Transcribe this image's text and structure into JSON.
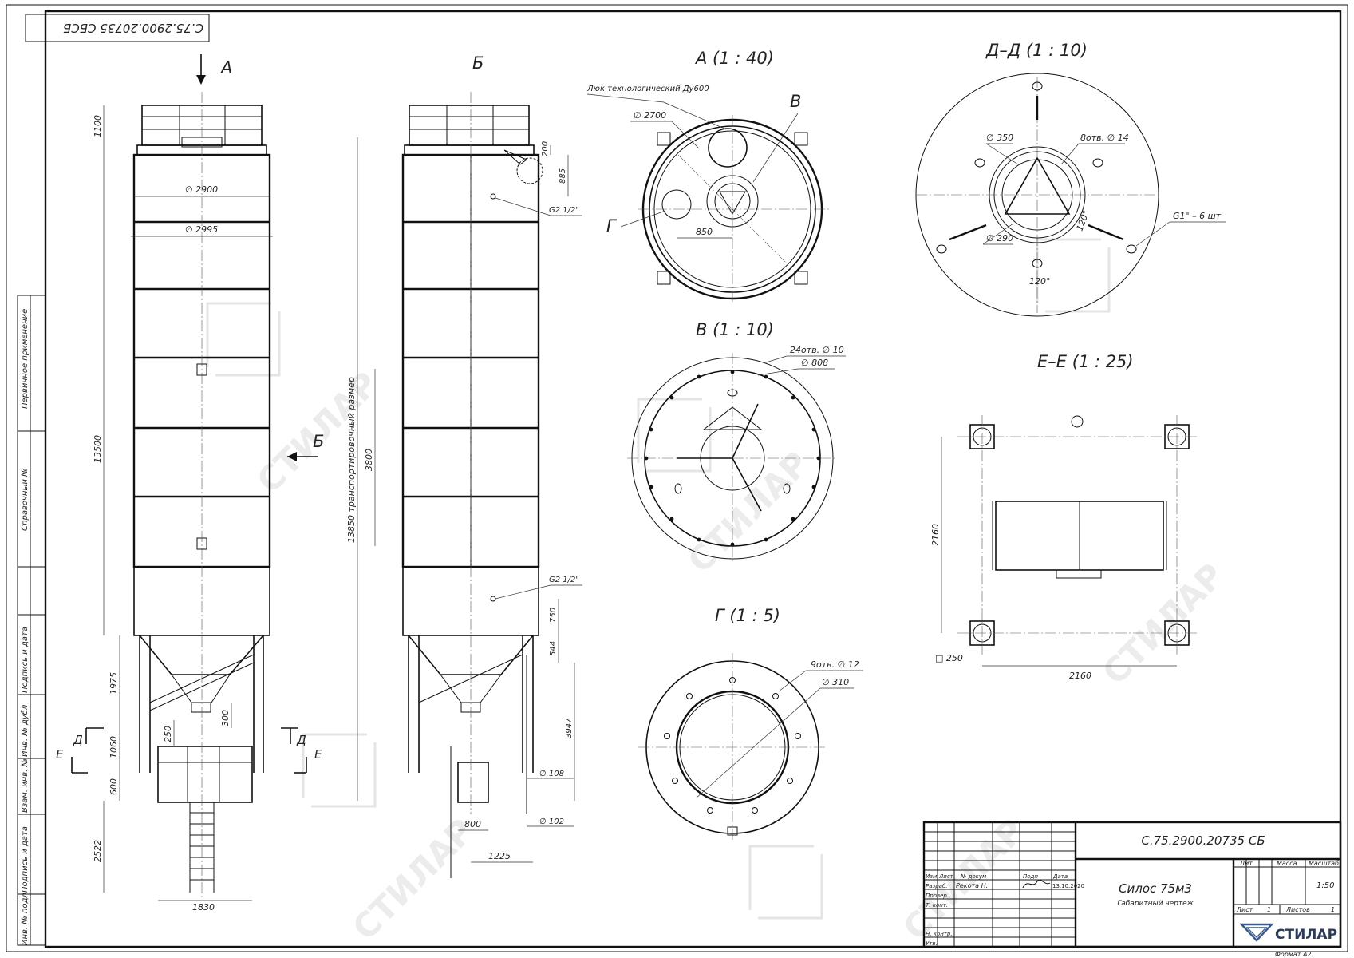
{
  "doc": {
    "code": "С.75.2900.20735 СБ",
    "code_rotated": "С.75.2900.20735 СБСБ",
    "format": "Формат А2"
  },
  "side_panel": [
    "Первичное применение",
    "Справочный №",
    "Подпись и дата",
    "Инв. № дубл",
    "Взам. инв. №",
    "Подпись и дата",
    "Инв. № подл"
  ],
  "views": {
    "a_arrow": "А",
    "b_arrow": "Б",
    "b_view_title": "Б",
    "d_left": "Д",
    "e_left": "Е",
    "d_right": "Д",
    "e_right": "Е"
  },
  "dims_front": {
    "top": "1100",
    "d2900": "∅ 2900",
    "d2995": "∅ 2995",
    "h13500": "13500",
    "h1975": "1975",
    "h1060": "1060",
    "h600": "600",
    "h2522": "2522",
    "h250": "250",
    "h300": "300",
    "w1830": "1830"
  },
  "dims_side": {
    "transport": "13850 транспортировочный размер",
    "h3800": "3800",
    "h200": "200",
    "h885": "885",
    "g_top": "G2 1/2\"",
    "g_bottom": "G2 1/2\"",
    "h750": "750",
    "h544": "544",
    "h3947": "3947",
    "d108": "∅ 108",
    "d102": "∅ 102",
    "w800": "800",
    "w1225": "1225"
  },
  "view_a": {
    "title": "А (1 : 40)",
    "hatch": "Люк технологический Ду600",
    "d2700": "∅ 2700",
    "lbl_v": "В",
    "lbl_g": "Г",
    "w850": "850"
  },
  "view_dd": {
    "title": "Д–Д (1 : 10)",
    "d350": "∅ 350",
    "holes": "8отв. ∅ 14",
    "d290": "∅ 290",
    "ang1": "120°",
    "ang2": "120°",
    "g1": "G1\" – 6 шт"
  },
  "view_v": {
    "title": "В (1 : 10)",
    "holes": "24отв. ∅ 10",
    "d808": "∅ 808"
  },
  "view_ee": {
    "title": "Е–Е (1 : 25)",
    "h2160": "2160",
    "w2160": "2160",
    "sq250": "□ 250"
  },
  "view_g": {
    "title": "Г (1 : 5)",
    "holes": "9отв. ∅ 12",
    "d310": "∅ 310"
  },
  "title_block": {
    "rows": [
      "Изм",
      "Лист",
      "№ докум",
      "Подп",
      "Дата"
    ],
    "roles": [
      "Разраб.",
      "Провер.",
      "Т. конт.",
      "Н. контр.",
      "Утв."
    ],
    "author": "Рекота Н.",
    "date": "13.10.2020",
    "product": "Силос 75м3",
    "subtitle": "Габаритный чертеж",
    "lit_h": "Лит",
    "mass_h": "Масса",
    "scale_h": "Масштаб",
    "scale": "1:50",
    "sheet_lbl": "Лист",
    "sheet_no": "1",
    "sheets_lbl": "Листов",
    "sheets_no": "1",
    "brand": "СТИЛАР"
  },
  "watermark": "СТИЛАР"
}
